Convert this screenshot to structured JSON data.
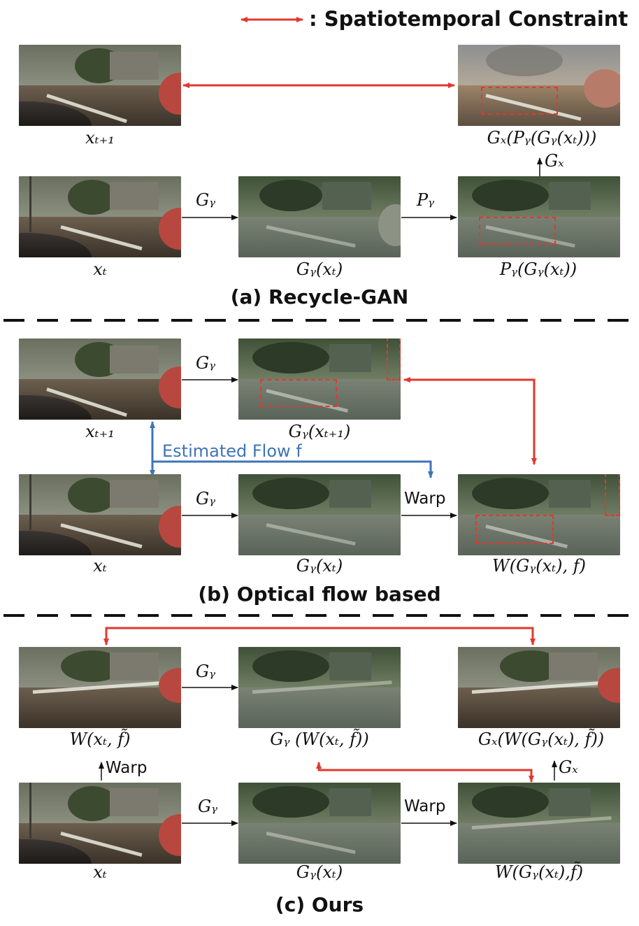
{
  "legend": {
    "text": ": Spatiotemporal Constraint"
  },
  "colors": {
    "constraint": "#e0392f",
    "flow": "#3e74b8",
    "arrow": "#111111"
  },
  "sections": {
    "a": {
      "caption": "(a) Recycle-GAN",
      "labels": {
        "x_t1": "xₜ₊₁",
        "recon": "Gₓ(Pᵧ(Gᵧ(xₜ)))",
        "x_t": "xₜ",
        "gy_xt": "Gᵧ(xₜ)",
        "py": "Pᵧ(Gᵧ(xₜ))"
      },
      "ops": {
        "gy": "Gᵧ",
        "py": "Pᵧ",
        "gx": "Gₓ"
      }
    },
    "b": {
      "caption": "(b) Optical flow based",
      "labels": {
        "x_t1": "xₜ₊₁",
        "gy_xt1": "Gᵧ(xₜ₊₁)",
        "x_t": "xₜ",
        "gy_xt": "Gᵧ(xₜ)",
        "warped": "W(Gᵧ(xₜ), f)"
      },
      "ops": {
        "gy_top": "Gᵧ",
        "gy_bottom": "Gᵧ",
        "warp": "Warp"
      },
      "flow_label": "Estimated Flow f"
    },
    "c": {
      "caption": "(c) Ours",
      "labels": {
        "w_xt": "W(xₜ, f̃)",
        "gy_w": "Gᵧ (W(xₜ, f̃))",
        "gx_w": "Gₓ(W(Gᵧ(xₜ), f̃))",
        "x_t": "xₜ",
        "gy_xt": "Gᵧ(xₜ)",
        "w_gy": "W(Gᵧ(xₜ),f̃)"
      },
      "ops": {
        "gy_top": "Gᵧ",
        "gy_bottom": "Gᵧ",
        "warp_up": "Warp",
        "warp_right": "Warp",
        "gx": "Gₓ"
      }
    }
  }
}
